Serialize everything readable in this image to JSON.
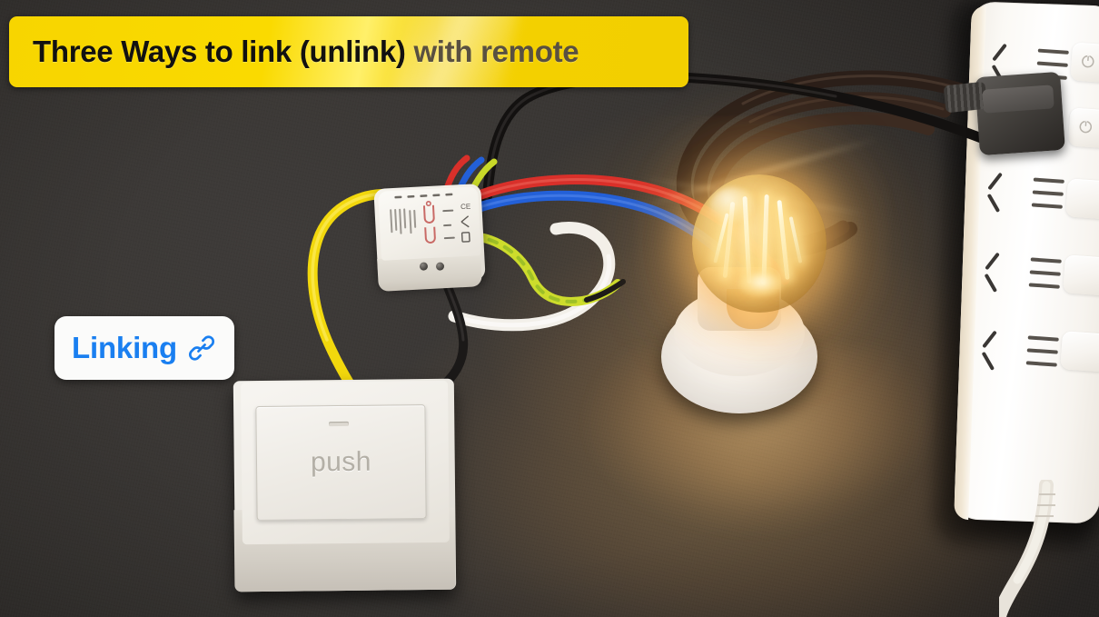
{
  "banner": {
    "title_part1": "Three Ways to link (unlink) ",
    "title_part2": "with remote",
    "full_title": "Three Ways to link (unlink) with remote",
    "background_color": "#fada00",
    "text_color": "#121110"
  },
  "badge": {
    "label": "Linking",
    "icon": "link-chain-icon",
    "text_color": "#1a7ff0",
    "background_color": "#fbfbfa"
  },
  "scene": {
    "background_color": "#383533",
    "devices": {
      "push_button": {
        "name": "push-button-switch",
        "label": "push",
        "label_color": "#b3afa6",
        "body_color": "#f3f1ec"
      },
      "smart_switch_module": {
        "name": "smart-switch-relay-module",
        "body_color": "#f6f4ee",
        "print_color": "#c96a66"
      },
      "light_bulb": {
        "name": "filament-light-bulb",
        "state": "on",
        "glow_color": "#ffbe5f",
        "glass_color": "#f3be60"
      },
      "lamp_holder": {
        "name": "ceramic-lamp-holder",
        "body_color": "#f4f1ec"
      },
      "power_strip": {
        "name": "power-strip",
        "body_color": "#fbf9f5",
        "socket_count": 4,
        "button_count": 4
      },
      "mains_plug": {
        "name": "mains-plug",
        "body_color": "#46433f"
      }
    },
    "wires": [
      {
        "name": "wire-yellow-to-push-button",
        "color": "#f2d80d"
      },
      {
        "name": "wire-black-to-push-button",
        "color": "#1b1918"
      },
      {
        "name": "wire-white-neutral",
        "color": "#f2efe9"
      },
      {
        "name": "wire-earth-yellow-green",
        "color": "#cfdc2a"
      },
      {
        "name": "wire-red-live",
        "color": "#e0342a"
      },
      {
        "name": "wire-blue-neutral",
        "color": "#2360d8"
      },
      {
        "name": "wire-black-mains",
        "color": "#141312"
      },
      {
        "name": "cable-coil-brown",
        "color": "#3b2a21"
      }
    ]
  }
}
